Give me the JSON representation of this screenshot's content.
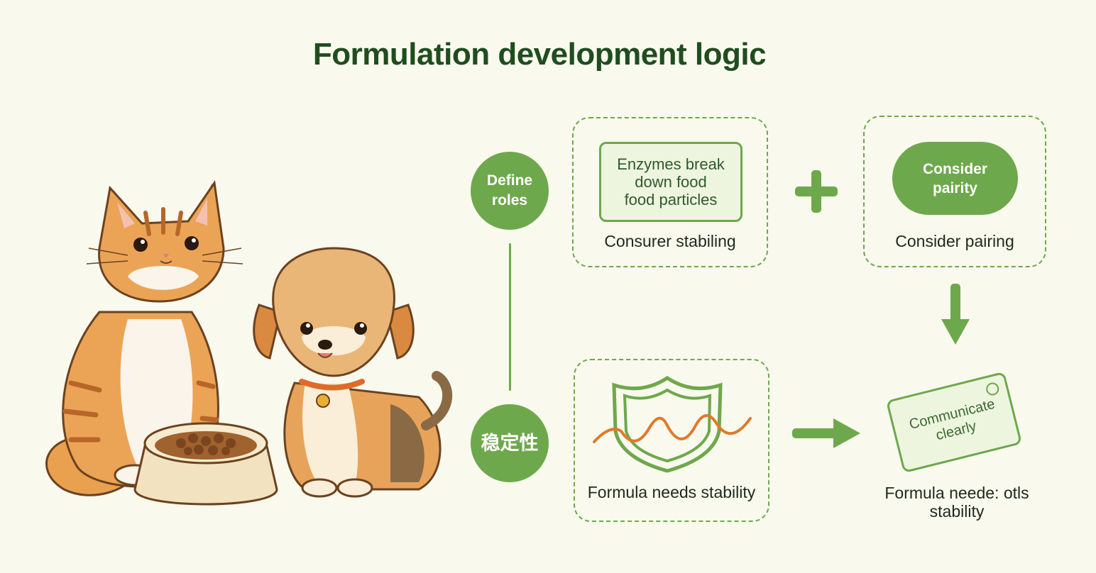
{
  "title": "Formulation development logic",
  "steps": {
    "define_roles": "Define\nroles",
    "stability_cn": "稳定性"
  },
  "box_enzymes": {
    "inner_text": "Enzymes break\ndown food\nfood particles",
    "caption": "Consurer stabiling"
  },
  "box_pairing": {
    "pill_text": "Consider\npairity",
    "caption": "Consider pairing"
  },
  "box_stability": {
    "caption": "Formula needs stability"
  },
  "box_communicate": {
    "tag_text": "Communicate\nclearly",
    "caption_line1": "Formula neede: otls",
    "caption_line2": "stability"
  },
  "icons": {
    "plus": "plus-icon",
    "arrow_right": "arrow-right-icon",
    "arrow_down": "arrow-down-icon",
    "shield": "shield-icon",
    "tag": "tag-icon"
  },
  "colors": {
    "green": "#6ea84c",
    "dark_green": "#1f4d1f",
    "orange": "#e07a2a",
    "background": "#f9f9ee"
  }
}
